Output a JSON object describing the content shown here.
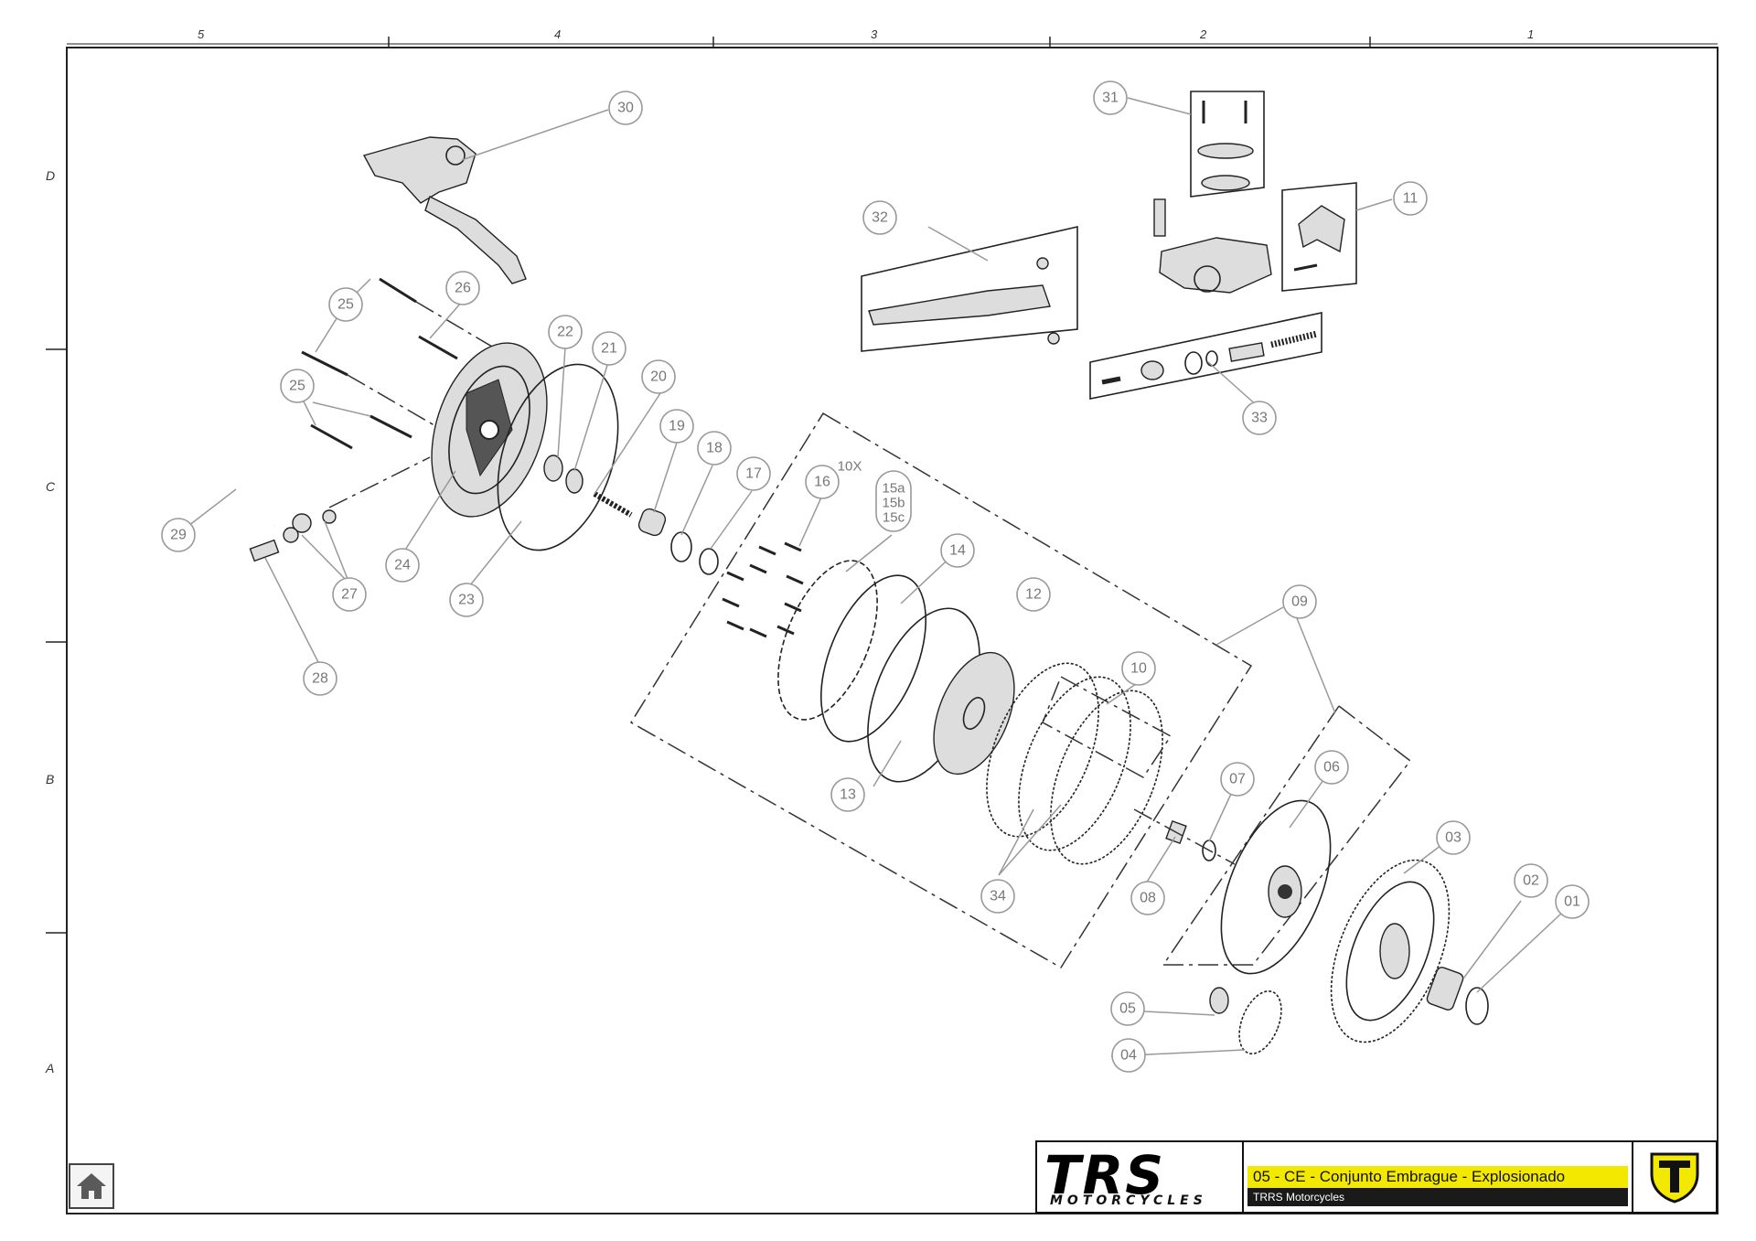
{
  "zones_top": [
    "5",
    "4",
    "3",
    "2",
    "1"
  ],
  "zones_left": [
    "D",
    "C",
    "B",
    "A"
  ],
  "callouts": {
    "c01": "01",
    "c02": "02",
    "c03": "03",
    "c04": "04",
    "c05": "05",
    "c06": "06",
    "c07": "07",
    "c08": "08",
    "c09": "09",
    "c10": "10",
    "c11": "11",
    "c12": "12",
    "c13": "13",
    "c14": "14",
    "c15": "15a",
    "c15b": "15b",
    "c15c": "15c",
    "c16": "16",
    "c17": "17",
    "c18": "18",
    "c19": "19",
    "c20": "20",
    "c21": "21",
    "c22": "22",
    "c23": "23",
    "c24": "24",
    "c25a": "25",
    "c25b": "25",
    "c26": "26",
    "c27": "27",
    "c28": "28",
    "c29": "29",
    "c30": "30",
    "c31": "31",
    "c32": "32",
    "c33": "33",
    "c34": "34"
  },
  "qty_note": "10X",
  "title_block": {
    "logo_text": "TRS",
    "logo_sub": "MOTORCYCLES",
    "drawing_title": "05 - CE - Conjunto Embrague - Explosionado",
    "company": "TRRS Motorcycles"
  },
  "icons": {
    "home": "home-icon",
    "badge": "trrs-shield-icon"
  },
  "colors": {
    "accent": "#f3e800",
    "ink": "#222222",
    "callout": "#999999"
  }
}
